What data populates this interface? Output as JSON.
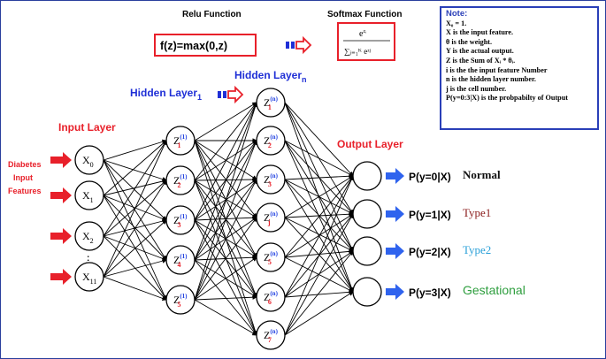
{
  "relu": {
    "title": "Relu Function",
    "formula": "f(z)=max(0,z)"
  },
  "softmax": {
    "title": "Softmax Function",
    "numerator": "e",
    "num_sup": "zᵢ",
    "denominator": "∑ⱼ₌₁ᴷ eᶻʲ"
  },
  "layers": {
    "input_label": "Input Layer",
    "hidden1_label": "Hidden Layer",
    "hidden1_sub": "1",
    "hiddenn_label": "Hidden Layer",
    "hiddenn_sub": "n",
    "output_label": "Output Layer"
  },
  "features_label": [
    "Diabetes",
    "Input",
    "Features"
  ],
  "input_nodes": [
    {
      "main": "X",
      "sub": "0"
    },
    {
      "main": "X",
      "sub": "1"
    },
    {
      "main": "X",
      "sub": "2"
    },
    {
      "main": "X",
      "sub": "11"
    }
  ],
  "hidden1_nodes": [
    {
      "main": "Z",
      "sup": "(1)",
      "sub": "1"
    },
    {
      "main": "Z",
      "sup": "(1)",
      "sub": "2"
    },
    {
      "main": "Z",
      "sup": "(1)",
      "sub": "3"
    },
    {
      "main": "Z",
      "sup": "(1)",
      "sub": "4"
    },
    {
      "main": "Z",
      "sup": "(1)",
      "sub": "5"
    }
  ],
  "hiddenn_nodes": [
    {
      "main": "Z",
      "sup": "(n)",
      "sub": "1"
    },
    {
      "main": "Z",
      "sup": "(n)",
      "sub": "2"
    },
    {
      "main": "Z",
      "sup": "(n)",
      "sub": "3"
    },
    {
      "main": "Z",
      "sup": "(n)",
      "sub": "j"
    },
    {
      "main": "Z",
      "sup": "(n)",
      "sub": "5"
    },
    {
      "main": "Z",
      "sup": "(n)",
      "sub": "6"
    },
    {
      "main": "Z",
      "sup": "(n)",
      "sub": "7"
    }
  ],
  "outputs": [
    {
      "prob": "P(y=0|X)",
      "class": "Normal",
      "color": "#111111"
    },
    {
      "prob": "P(y=1|X)",
      "class": "Type1",
      "color": "#8b1c1c"
    },
    {
      "prob": "P(y=2|X)",
      "class": "Type2",
      "color": "#2aa0d8"
    },
    {
      "prob": "P(y=3|X)",
      "class": "Gestational",
      "color": "#2e9e3e"
    }
  ],
  "note": {
    "title": "Note:",
    "lines": [
      "X₀ = 1.",
      "X is the input feature.",
      "θ is the weight.",
      "Y is the actual output.",
      "Z is the Sum of Xᵢ * θᵢ.",
      "i is the the input feature Number",
      "n is the hidden layer number.",
      "j is the cell number.",
      "P(y=0:3|X) is the probpabilty of Output"
    ]
  },
  "colors": {
    "red": "#e8202a",
    "blue": "#1f2fd6",
    "node_blue": "#1f3fe0",
    "node_red": "#e8202a",
    "output_arrow": "#2f63ee"
  }
}
